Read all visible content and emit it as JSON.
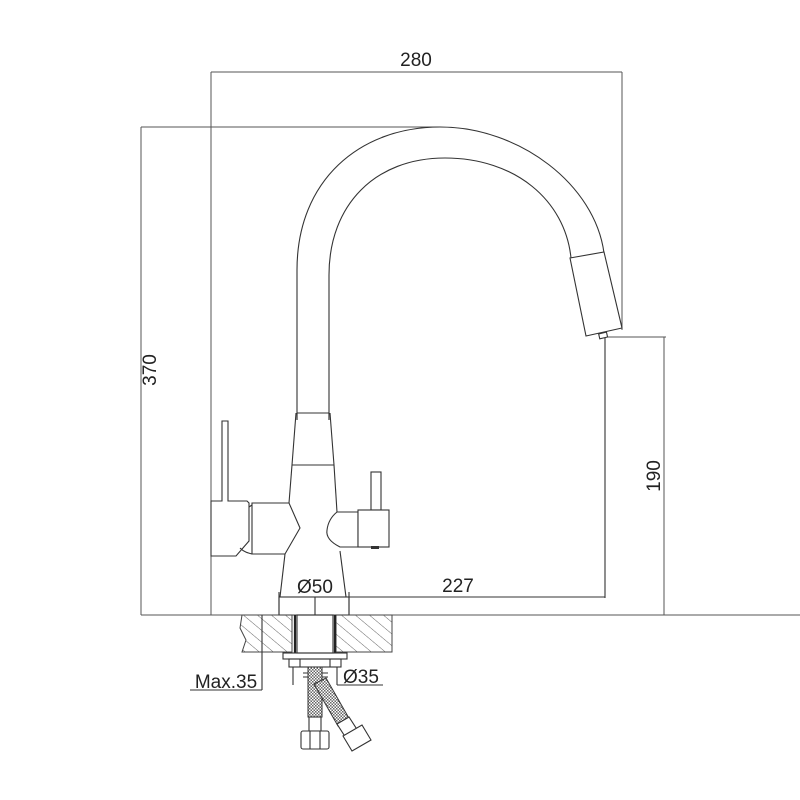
{
  "drawing": {
    "subject": "Kitchen faucet with filter outlet — side elevation",
    "dimensions": {
      "total_width": "280",
      "total_height": "370",
      "spout_height": "190",
      "spout_reach": "227",
      "base_diameter": "Ø50",
      "mounting_hole_diameter": "Ø35",
      "max_countertop_thickness": "Max.35"
    },
    "colors": {
      "line": "#333333",
      "background": "#ffffff",
      "text": "#222222"
    }
  }
}
